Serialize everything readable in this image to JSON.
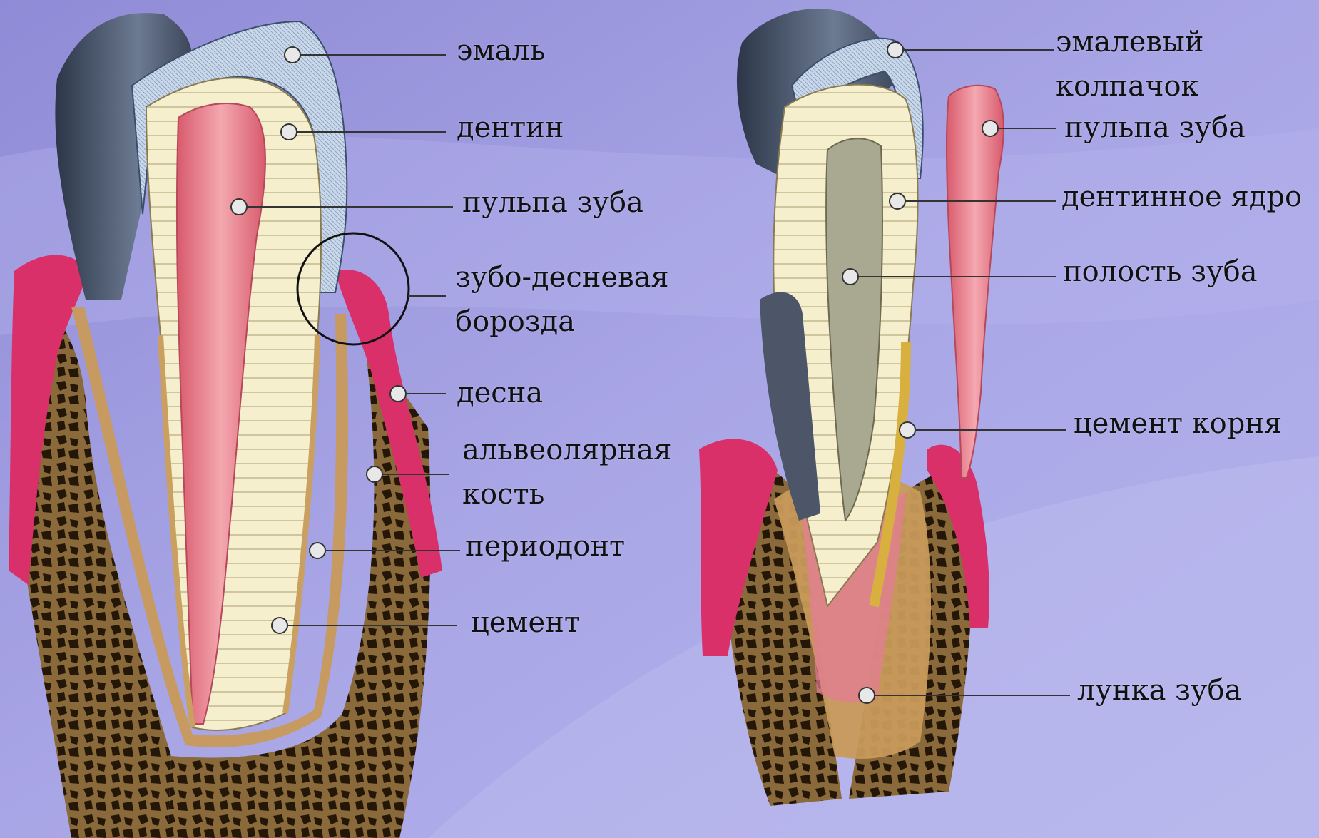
{
  "left_tooth": {
    "labels": {
      "enamel": "эмаль",
      "dentin": "дентин",
      "pulp": "пульпа зуба",
      "gingival_sulcus_1": "зубо-десневая",
      "gingival_sulcus_2": "борозда",
      "gum": "десна",
      "alveolar_bone_1": "альвеолярная",
      "alveolar_bone_2": "кость",
      "periodontium": "периодонт",
      "cement": "цемент"
    }
  },
  "right_tooth": {
    "labels": {
      "enamel_cap_1": "эмалевый",
      "enamel_cap_2": "колпачок",
      "pulp": "пульпа зуба",
      "dentin_core": "дентинное ядро",
      "tooth_cavity": "полость зуба",
      "root_cement": "цемент корня",
      "tooth_socket": "лунка зуба"
    }
  },
  "colors": {
    "background_top": "#9a97dd",
    "background_bottom": "#aeaee8",
    "enamel": "#c9d8ea",
    "dentin": "#f6efcd",
    "pulp": "#e67a88",
    "gum": "#d9306a",
    "bone": "#8a6a3a",
    "bone_dark": "#2a1c0e",
    "crown_dark": "#3e4a5c"
  }
}
